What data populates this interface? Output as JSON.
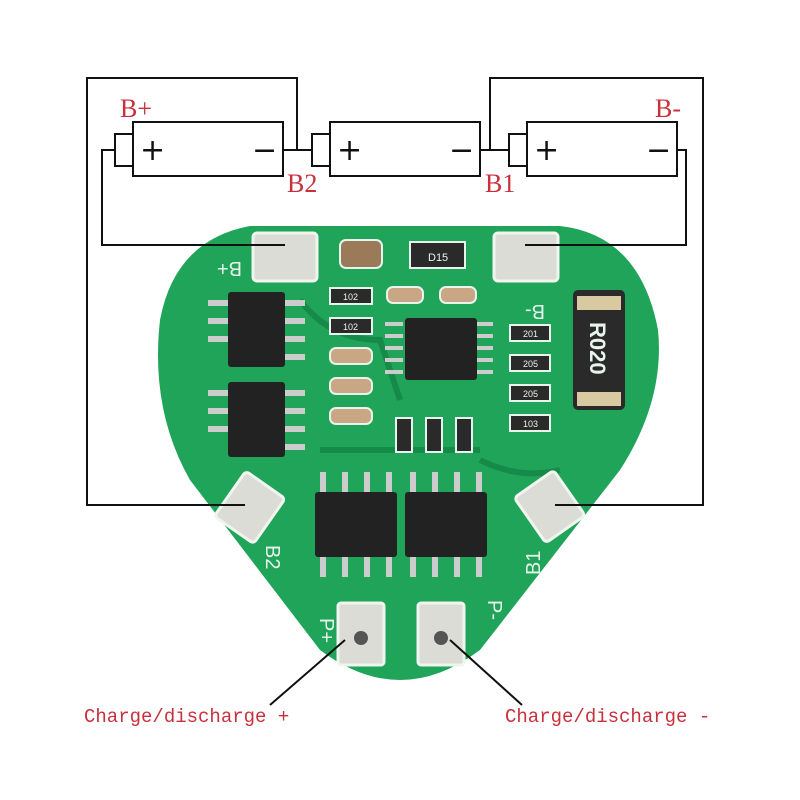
{
  "battery_labels": {
    "b_plus": "B+",
    "b_minus": "B-",
    "b2": "B2",
    "b1": "B1"
  },
  "cell_terminals": {
    "plus": "+",
    "minus": "−"
  },
  "board": {
    "pads": {
      "b_plus": "B+",
      "b_minus": "B-",
      "b2": "B2",
      "b1": "B1",
      "p_plus": "P+",
      "p_minus": "P-"
    },
    "shunt_resistor": "R020",
    "resistor_code": "D15",
    "small_codes": [
      "102",
      "102",
      "201",
      "205",
      "205",
      "103"
    ],
    "colors": {
      "pcb": "#1fa45a",
      "silk": "#e8f5ec",
      "pad": "#dcdcd6",
      "wire": "#111111",
      "label": "#c8303c"
    }
  },
  "callouts": {
    "charge_plus": "Charge/discharge +",
    "charge_minus": "Charge/discharge -"
  }
}
